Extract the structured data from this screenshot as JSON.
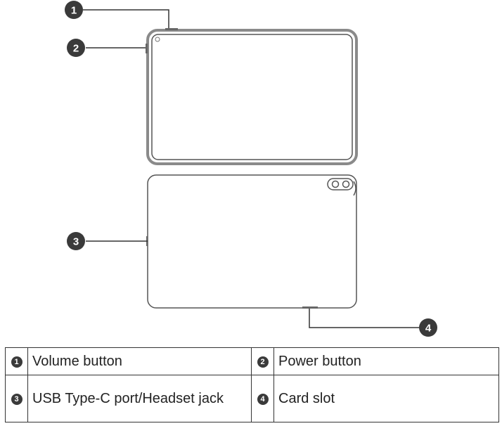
{
  "callouts": [
    {
      "number": "1",
      "label": "Volume button"
    },
    {
      "number": "2",
      "label": "Power button"
    },
    {
      "number": "3",
      "label": "USB Type-C port/Headset jack"
    },
    {
      "number": "4",
      "label": "Card slot"
    }
  ],
  "colors": {
    "outline": "#555555",
    "bezel": "#8a8a8a",
    "badge": "#3a3a3a",
    "background": "#ffffff"
  }
}
